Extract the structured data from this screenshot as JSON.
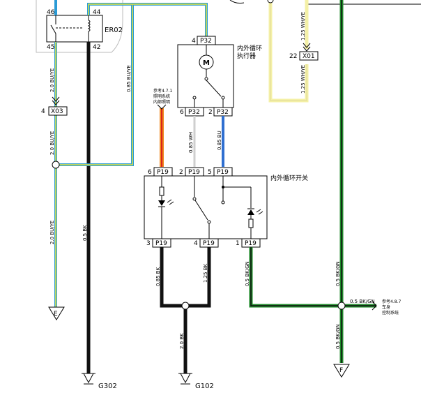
{
  "relay": {
    "name": "ER02",
    "pins": {
      "tl": "46",
      "tr": "44",
      "bl": "45",
      "br": "42"
    }
  },
  "recirc_actuator": {
    "name_line1": "内外循环",
    "name_line2": "执行器",
    "connector": "P32",
    "pin_top": "4",
    "pin_bl": "6",
    "pin_br_num": "2",
    "motor_symbol": "M"
  },
  "recirc_switch": {
    "name": "内外循环开关",
    "connector": "P19",
    "top_pins": [
      "6",
      "2",
      "5"
    ],
    "bottom_pins": [
      "3",
      "4",
      "1"
    ]
  },
  "connectors": {
    "x03": {
      "pin": "4",
      "name": "X03"
    },
    "x01": {
      "pin": "22",
      "name": "X01"
    }
  },
  "ref_lighting": {
    "line1": "参考4.7.1",
    "line2": "照明系统",
    "line3": "内部照明"
  },
  "ref_vehicle": {
    "line1": "参考4.8.7",
    "line2": "车身",
    "line3": "控制系统"
  },
  "wires": {
    "w_buye_left_top": "2.0 BU/YE",
    "w_buye_left_mid": "2.0 BU/YE",
    "w_buye_left_low": "2.0 BU/YE",
    "w_bk_relay": "0.5 BK",
    "w_buye_085": "0.85 BU/YE",
    "w_whye_1": "1.25 WH/YE",
    "w_whye_2": "1.25 WH/YE",
    "w_wh": "0.85 WH",
    "w_bu": "0.85 BU",
    "w_bk_085": "0.85 BK",
    "w_bk_125": "1.25 BK",
    "w_bkgn_05": "0.5 BK/GN",
    "w_bkgn_right": "0.5 BK/GN",
    "w_bkgn_horiz": "0.5 BK/GN",
    "w_bkgn_low": "0.5 BK/GN",
    "w_bk_20": "2.0 BK"
  },
  "grounds": {
    "g302": "G302",
    "g102": "G102",
    "e": "E",
    "f": "F"
  },
  "colors": {
    "bu_ye_outer": "#2a9bd6",
    "bu_ye_inner": "#e8e63a",
    "wh_ye": "#f4f0a6",
    "bk": "#111111",
    "bu": "#2f6fd0",
    "orange": "#f08a1f",
    "red": "#d8231f",
    "green": "#1f8a2a"
  }
}
